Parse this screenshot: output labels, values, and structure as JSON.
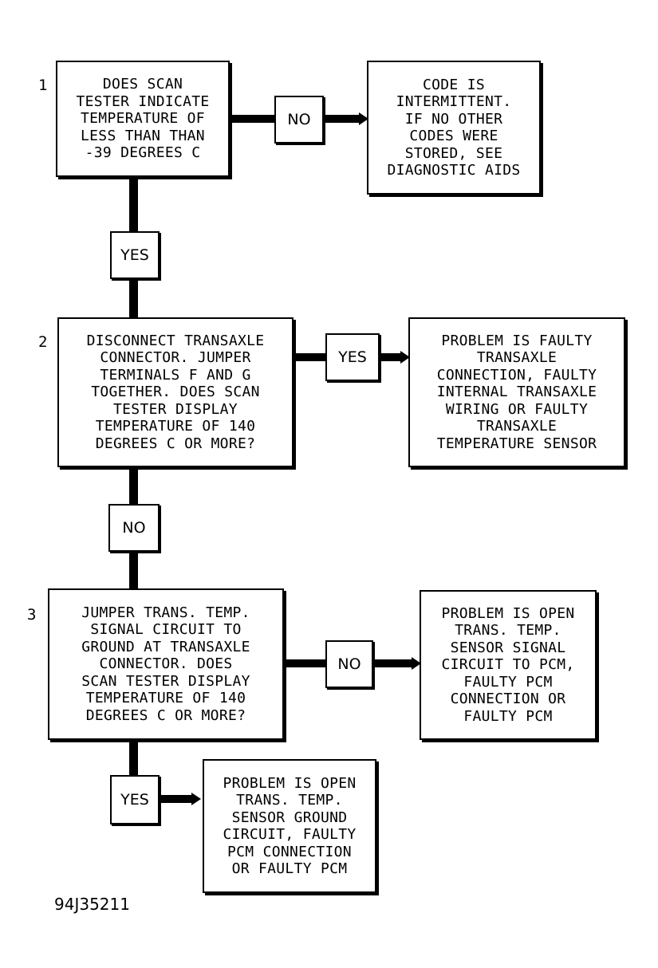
{
  "steps": [
    {
      "number": "1",
      "question": [
        "DOES SCAN",
        "TESTER INDICATE",
        "TEMPERATURE OF",
        "LESS THAN THAN",
        "-39 DEGREES C"
      ],
      "side_label": "NO",
      "side_result": [
        "CODE IS",
        "INTERMITTENT.",
        "IF NO OTHER",
        "CODES WERE",
        "STORED, SEE",
        "DIAGNOSTIC AIDS"
      ],
      "down_label": "YES"
    },
    {
      "number": "2",
      "question": [
        "DISCONNECT TRANSAXLE",
        "CONNECTOR. JUMPER",
        "TERMINALS F AND G",
        "TOGETHER. DOES SCAN",
        "TESTER DISPLAY",
        "TEMPERATURE OF 140",
        "DEGREES C OR MORE?"
      ],
      "side_label": "YES",
      "side_result": [
        "PROBLEM IS FAULTY",
        "TRANSAXLE",
        "CONNECTION, FAULTY",
        "INTERNAL TRANSAXLE",
        "WIRING OR FAULTY",
        "TRANSAXLE",
        "TEMPERATURE SENSOR"
      ],
      "down_label": "NO"
    },
    {
      "number": "3",
      "question": [
        "JUMPER TRANS. TEMP.",
        "SIGNAL CIRCUIT TO",
        "GROUND AT TRANSAXLE",
        "CONNECTOR. DOES",
        "SCAN TESTER DISPLAY",
        "TEMPERATURE OF 140",
        "DEGREES C OR MORE?"
      ],
      "side_label": "NO",
      "side_result": [
        "PROBLEM IS OPEN",
        "TRANS. TEMP.",
        "SENSOR SIGNAL",
        "CIRCUIT TO PCM,",
        "FAULTY PCM",
        "CONNECTION OR",
        "FAULTY PCM"
      ],
      "down_label": "YES",
      "down_result": [
        "PROBLEM IS OPEN",
        "TRANS. TEMP.",
        "SENSOR GROUND",
        "CIRCUIT, FAULTY",
        "PCM CONNECTION",
        "OR FAULTY PCM"
      ]
    }
  ],
  "figure_id": "94J35211"
}
